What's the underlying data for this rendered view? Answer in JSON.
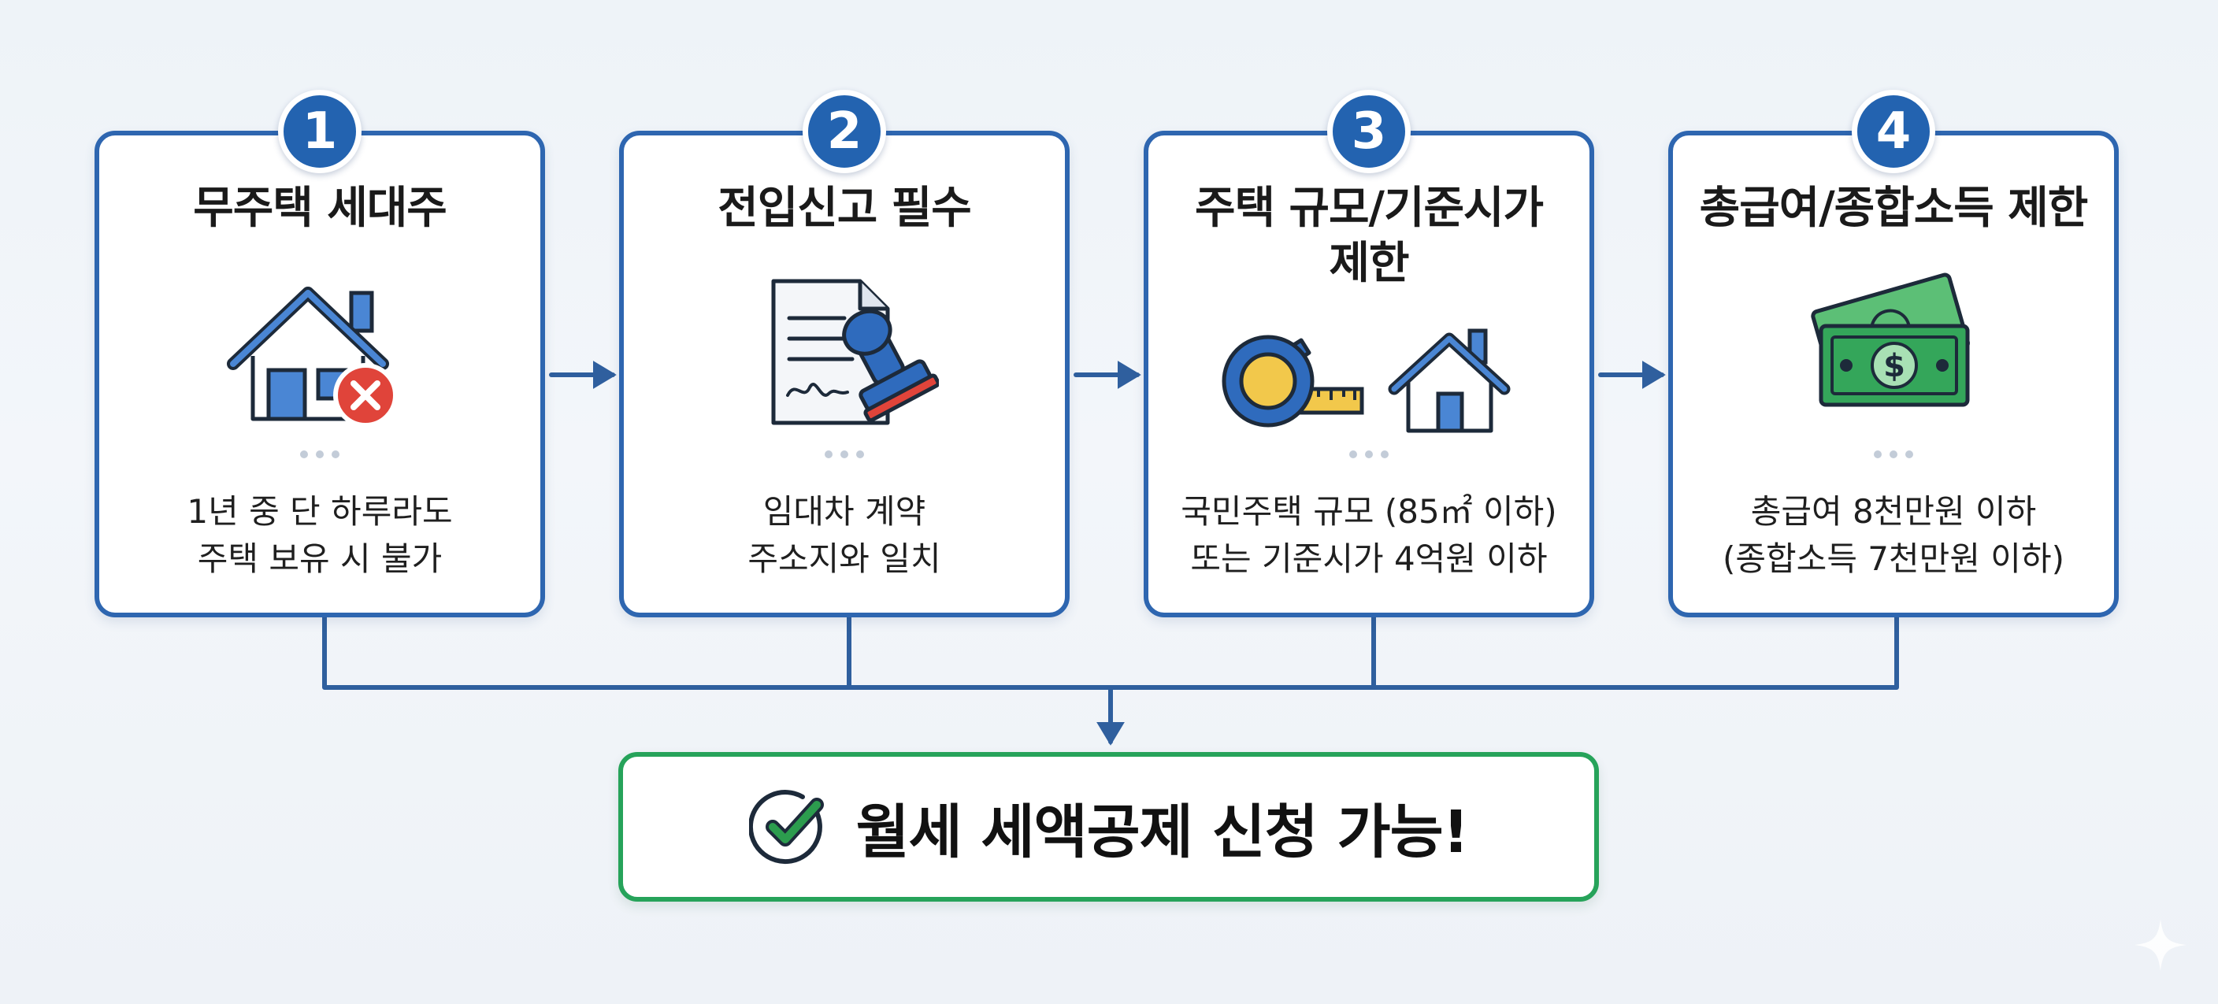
{
  "steps": [
    {
      "number": "1",
      "title": "무주택 세대주",
      "icon": "house-with-x-icon",
      "description": "1년 중 단 하루라도\n주택 보유 시 불가"
    },
    {
      "number": "2",
      "title": "전입신고 필수",
      "icon": "document-stamp-icon",
      "description": "임대차 계약\n주소지와 일치"
    },
    {
      "number": "3",
      "title": "주택 규모/기준시가\n제한",
      "icon": "tape-measure-house-icon",
      "description": "국민주택 규모 (85㎡ 이하)\n또는 기준시가 4억원 이하"
    },
    {
      "number": "4",
      "title": "총급여/종합소득 제한",
      "icon": "money-bills-icon",
      "description": "총급여 8천만원 이하\n(종합소득 7천만원 이하)"
    }
  ],
  "result": {
    "icon": "check-circle-icon",
    "text": "월세 세액공제 신청 가능!"
  },
  "colors": {
    "card_border": "#2e66b0",
    "badge": "#2363b0",
    "arrow": "#2f5f9e",
    "result_border": "#26a35a",
    "check": "#2c9c4e",
    "money": "#2f9a52",
    "error": "#e0443a"
  }
}
